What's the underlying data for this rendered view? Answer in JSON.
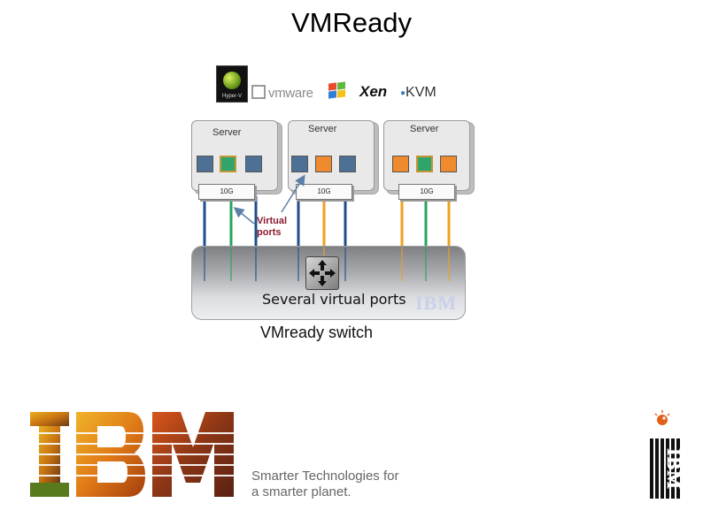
{
  "title": "VMReady",
  "hypervisors": {
    "hyperv_caption": "Hyper-V",
    "vmware": "vmware",
    "xen": "Xen",
    "kvm": "KVM"
  },
  "servers": [
    {
      "label": "Server",
      "nic": "10G"
    },
    {
      "label": "Server",
      "nic": "10G"
    },
    {
      "label": "Server",
      "nic": "10G"
    }
  ],
  "callout": {
    "virtual_ports": "Virtual ports"
  },
  "switch": {
    "caption": "Several virtual ports",
    "logo_text": "IBM",
    "label": "VMready switch"
  },
  "branding": {
    "logo": "IBM",
    "tagline_line1": "Smarter Technologies for",
    "tagline_line2": "a smarter planet.",
    "vertical_logo": "IBM"
  },
  "colors": {
    "vm_blue": "#4d7095",
    "vm_green": "#2fa56b",
    "vm_orange": "#f08a2e",
    "link_blue": "#1f4e8c",
    "link_green": "#27a35a",
    "link_orange": "#f0a11e",
    "callout_text": "#8b1a2e"
  }
}
